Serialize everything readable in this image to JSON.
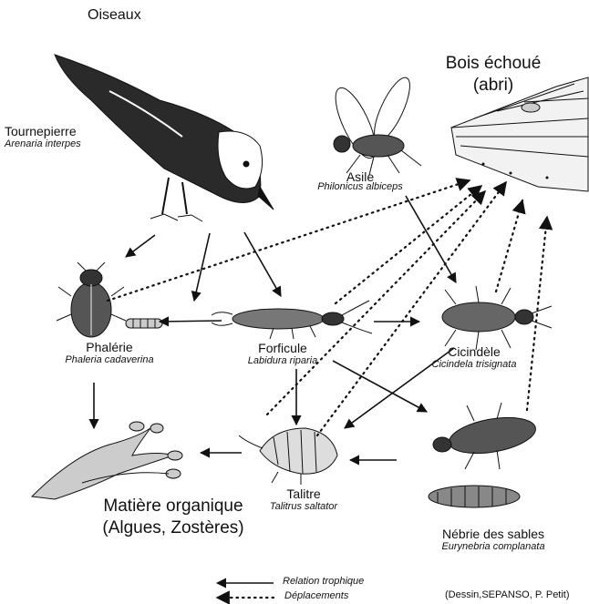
{
  "title": "Oiseaux",
  "nodes": {
    "bois": {
      "name": "Bois échoué",
      "sub": "(abri)"
    },
    "tournepierre": {
      "name": "Tournepierre",
      "latin": "Arenaria interpes"
    },
    "asile": {
      "name": "Asile",
      "latin": "Philonicus albiceps"
    },
    "phalerie": {
      "name": "Phalérie",
      "latin": "Phaleria cadaverina"
    },
    "forficule": {
      "name": "Forficule",
      "latin": "Labidura riparia"
    },
    "cicindele": {
      "name": "Cicindèle",
      "latin": "Cicindela trisignata"
    },
    "talitre": {
      "name": "Talitre",
      "latin": "Talitrus saltator"
    },
    "nebrie": {
      "name": "Nébrie des sables",
      "latin": "Eurynebria complanata"
    },
    "matiere": {
      "name": "Matière organique",
      "sub": "(Algues, Zostères)"
    }
  },
  "legend": {
    "trophic": "Relation trophique",
    "movement": "Déplacements"
  },
  "credit": "(Dessin,SEPANSO, P. Petit)",
  "colors": {
    "ink": "#111111",
    "paper": "#ffffff"
  }
}
